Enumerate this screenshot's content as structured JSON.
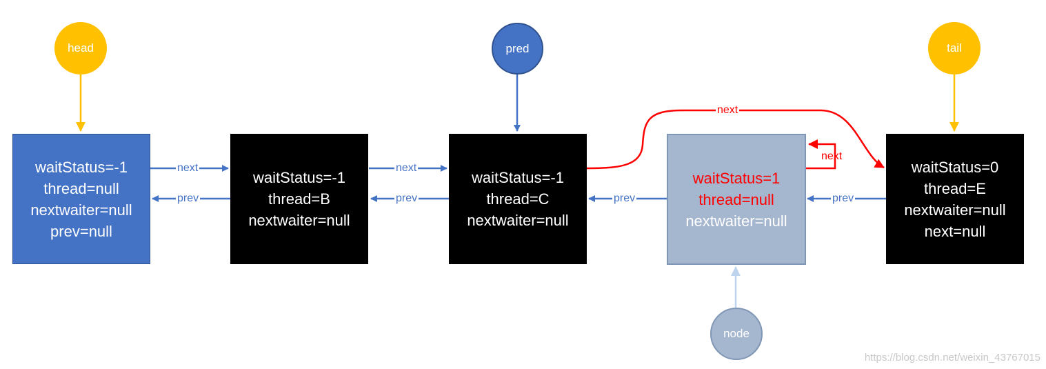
{
  "colors": {
    "head_fill": "#4472C4",
    "pointer_yellow": "#FFC000",
    "pointer_blue": "#4472C4",
    "node_dark": "#000000",
    "node_cancelled": "#A5B6CF",
    "node_pointer": "#A5B6CF",
    "arrow_blue": "#4472C4",
    "arrow_red": "#FF0000",
    "arrow_light": "#BDD3EE"
  },
  "pointers": {
    "head": "head",
    "pred": "pred",
    "tail": "tail",
    "node": "node"
  },
  "nodes": [
    {
      "id": "n1",
      "lines": [
        "waitStatus=-1",
        "thread=null",
        "nextwaiter=null",
        "prev=null"
      ]
    },
    {
      "id": "n2",
      "lines": [
        "waitStatus=-1",
        "thread=B",
        "nextwaiter=null"
      ]
    },
    {
      "id": "n3",
      "lines": [
        "waitStatus=-1",
        "thread=C",
        "nextwaiter=null"
      ]
    },
    {
      "id": "n4",
      "lines": [
        "waitStatus=1",
        "thread=null",
        "nextwaiter=null"
      ]
    },
    {
      "id": "n5",
      "lines": [
        "waitStatus=0",
        "thread=E",
        "nextwaiter=null",
        "next=null"
      ]
    }
  ],
  "edges": {
    "next_1": "next",
    "prev_1": "prev",
    "next_2": "next",
    "prev_2": "prev",
    "prev_3": "prev",
    "prev_4": "prev",
    "next_red": "next",
    "next_self": "next"
  },
  "watermark": "https://blog.csdn.net/weixin_43767015"
}
